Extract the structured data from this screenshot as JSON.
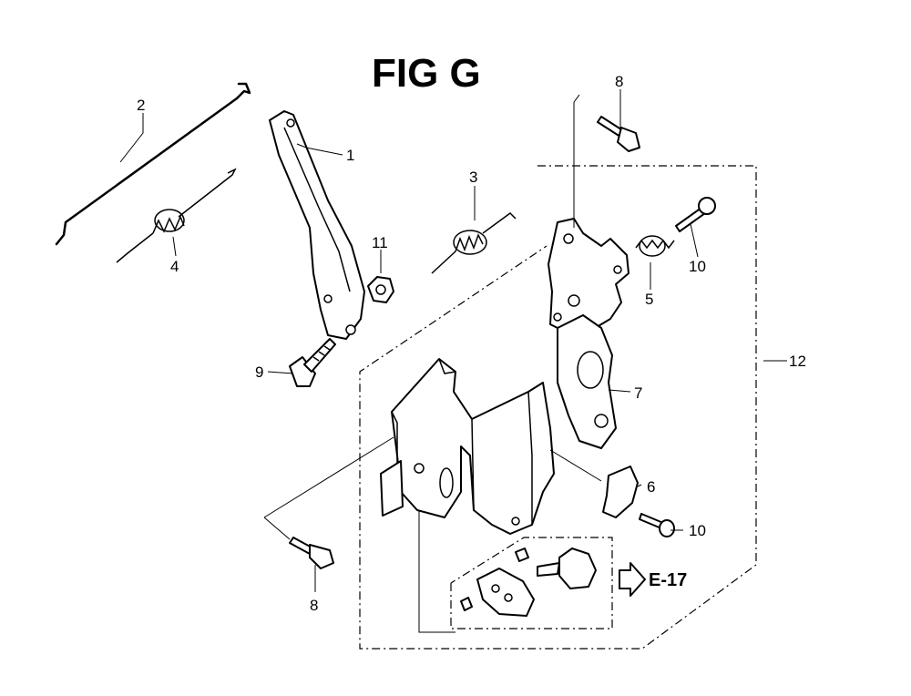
{
  "title": "FIG G",
  "callouts": {
    "p1": "1",
    "p2": "2",
    "p3": "3",
    "p4": "4",
    "p5": "5",
    "p6": "6",
    "p7": "7",
    "p8_top": "8",
    "p8_bottom": "8",
    "p9": "9",
    "p10_top": "10",
    "p10_bottom": "10",
    "p11": "11",
    "p12": "12"
  },
  "reference": "E-17"
}
